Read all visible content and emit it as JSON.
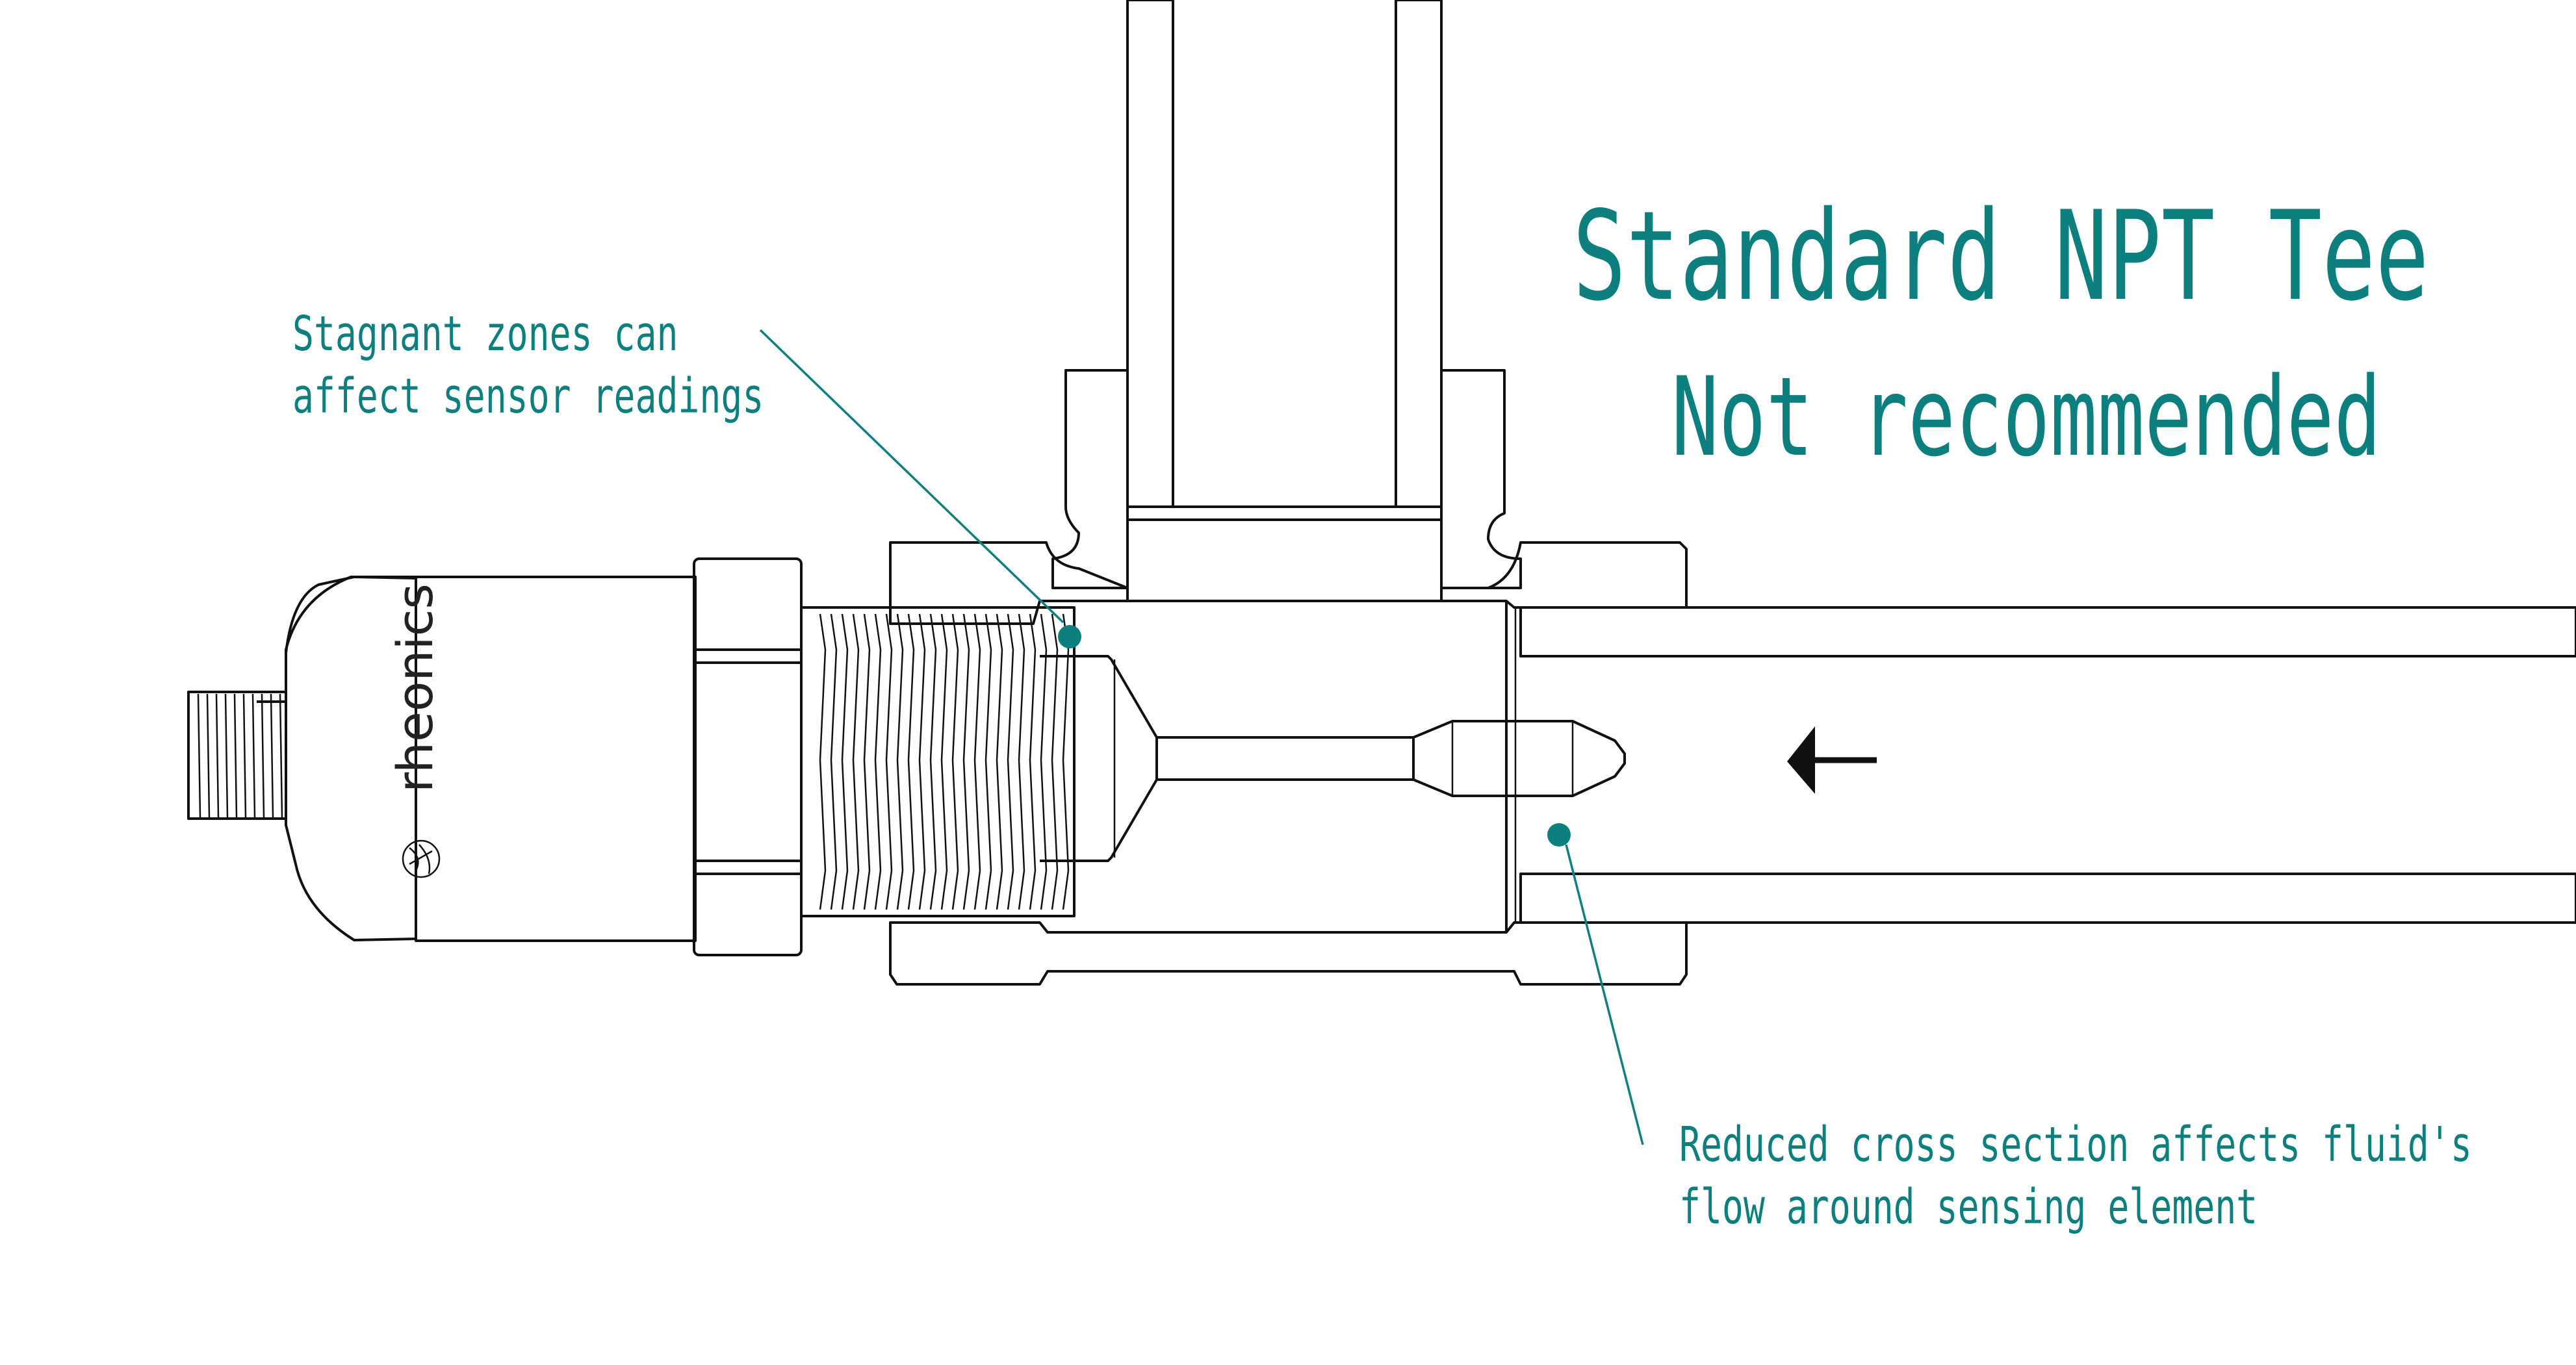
{
  "diagram": {
    "title": "Standard NPT Tee",
    "subtitle": "Not recommended",
    "accent_color": "#0e7f7f",
    "line_color": "#111111",
    "callouts": [
      {
        "id": "stagnant-zones",
        "lines": [
          "Stagnant zones can",
          "affect sensor readings"
        ]
      },
      {
        "id": "reduced-cross-section",
        "lines": [
          "Reduced cross section affects fluid's",
          "flow around sensing element"
        ]
      }
    ],
    "sensor_brand": "rheonics",
    "flow_direction": "right-to-left",
    "components": [
      "sensor",
      "hex-nut",
      "npt-thread",
      "tee-body",
      "branch-pipe",
      "run-pipe",
      "sensing-element",
      "flow-arrow"
    ]
  }
}
